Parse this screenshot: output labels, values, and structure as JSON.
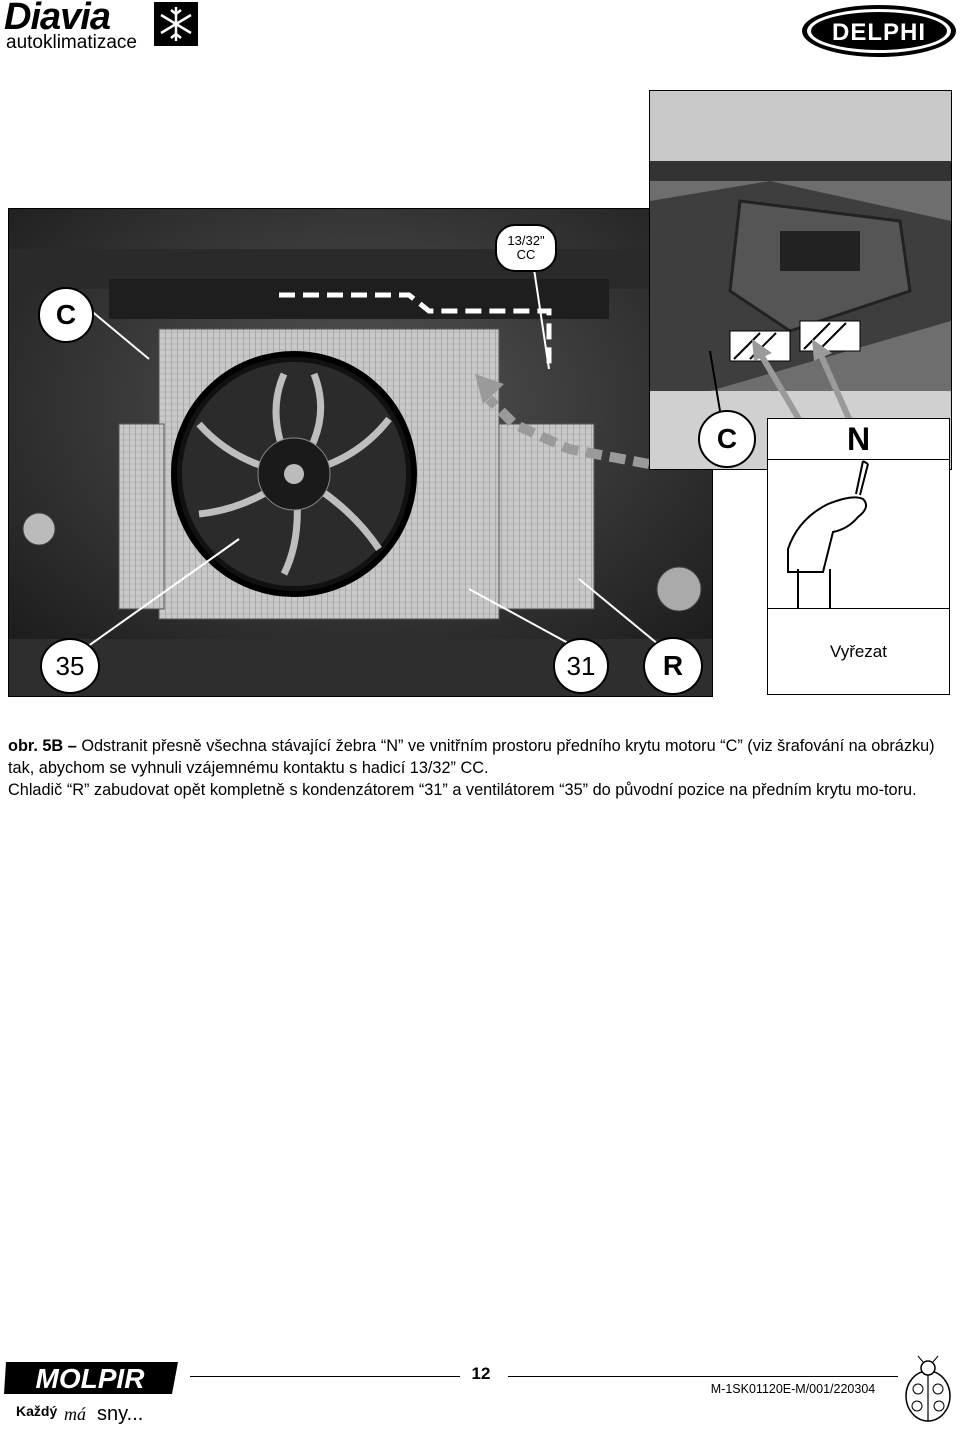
{
  "header": {
    "left_logo": {
      "brand": "Diavia",
      "subtitle": "autoklimatizace"
    },
    "right_logo": {
      "brand": "DELPHI"
    }
  },
  "figure": {
    "labels": {
      "c_main": "C",
      "cc_line1": "13/32\"",
      "cc_line2": "CC",
      "n35": "35",
      "n31": "31",
      "r": "R",
      "c_inset": "C",
      "n": "N",
      "cut": "Vyřezat"
    }
  },
  "caption": {
    "lead_plain": "obr. ",
    "lead_bold": "5B",
    "dash": " – ",
    "text_1": "Odstranit přesně všechna stávající žebra “N” ve vnitřním prostoru předního krytu motoru “C” (viz šrafování na obrázku) tak, abychom se vyhnuli vzájemnému kontaktu s hadicí 13/32” CC.",
    "text_2": "Chladič “R” zabudovat opět kompletně s kondenzátorem “31” a ventilátorem “35” do původní pozice na předním krytu mo-toru."
  },
  "footer": {
    "left_logo": {
      "brand": "MOLPIR",
      "slogan_1": "Každý",
      "slogan_2": "má",
      "slogan_3": "sny..."
    },
    "page_number": "12",
    "doc_code": "M-1SK01120E-M/001/220304"
  },
  "colors": {
    "ink": "#000000",
    "paper": "#ffffff",
    "arrow": "#9a9a9a"
  }
}
